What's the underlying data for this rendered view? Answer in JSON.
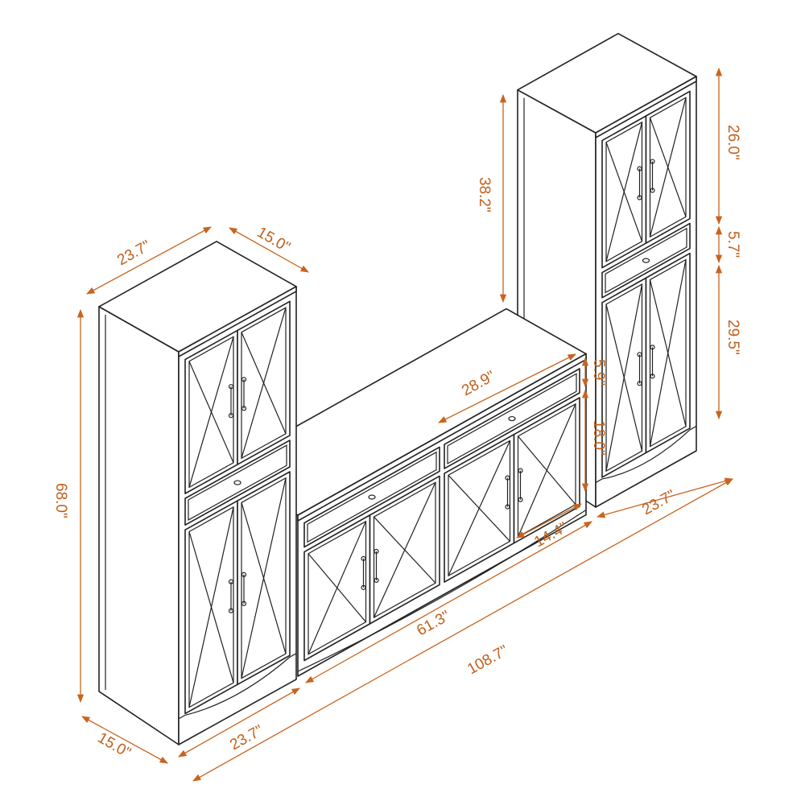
{
  "title": "Entertainment center dimension diagram",
  "colors": {
    "dimension": "#c8641e",
    "outline": "#222222",
    "background": "#ffffff"
  },
  "dimensions": {
    "left_cabinet_width": "23.7\"",
    "left_cabinet_depth_top": "15.0\"",
    "left_cabinet_height": "68.0\"",
    "left_cabinet_depth_bottom": "15.0\"",
    "left_cabinet_width_bottom": "23.7\"",
    "total_width": "108.7\"",
    "console_width": "61.3\"",
    "console_drawer_width": "28.9\"",
    "console_door_width": "14.4\"",
    "console_drawer_height": "5.9\"",
    "console_door_height": "18.0\"",
    "gap_height": "38.2\"",
    "right_cabinet_upper_door": "26.0\"",
    "right_cabinet_drawer": "5.7\"",
    "right_cabinet_lower_door": "29.5\"",
    "right_cabinet_width": "23.7\""
  }
}
